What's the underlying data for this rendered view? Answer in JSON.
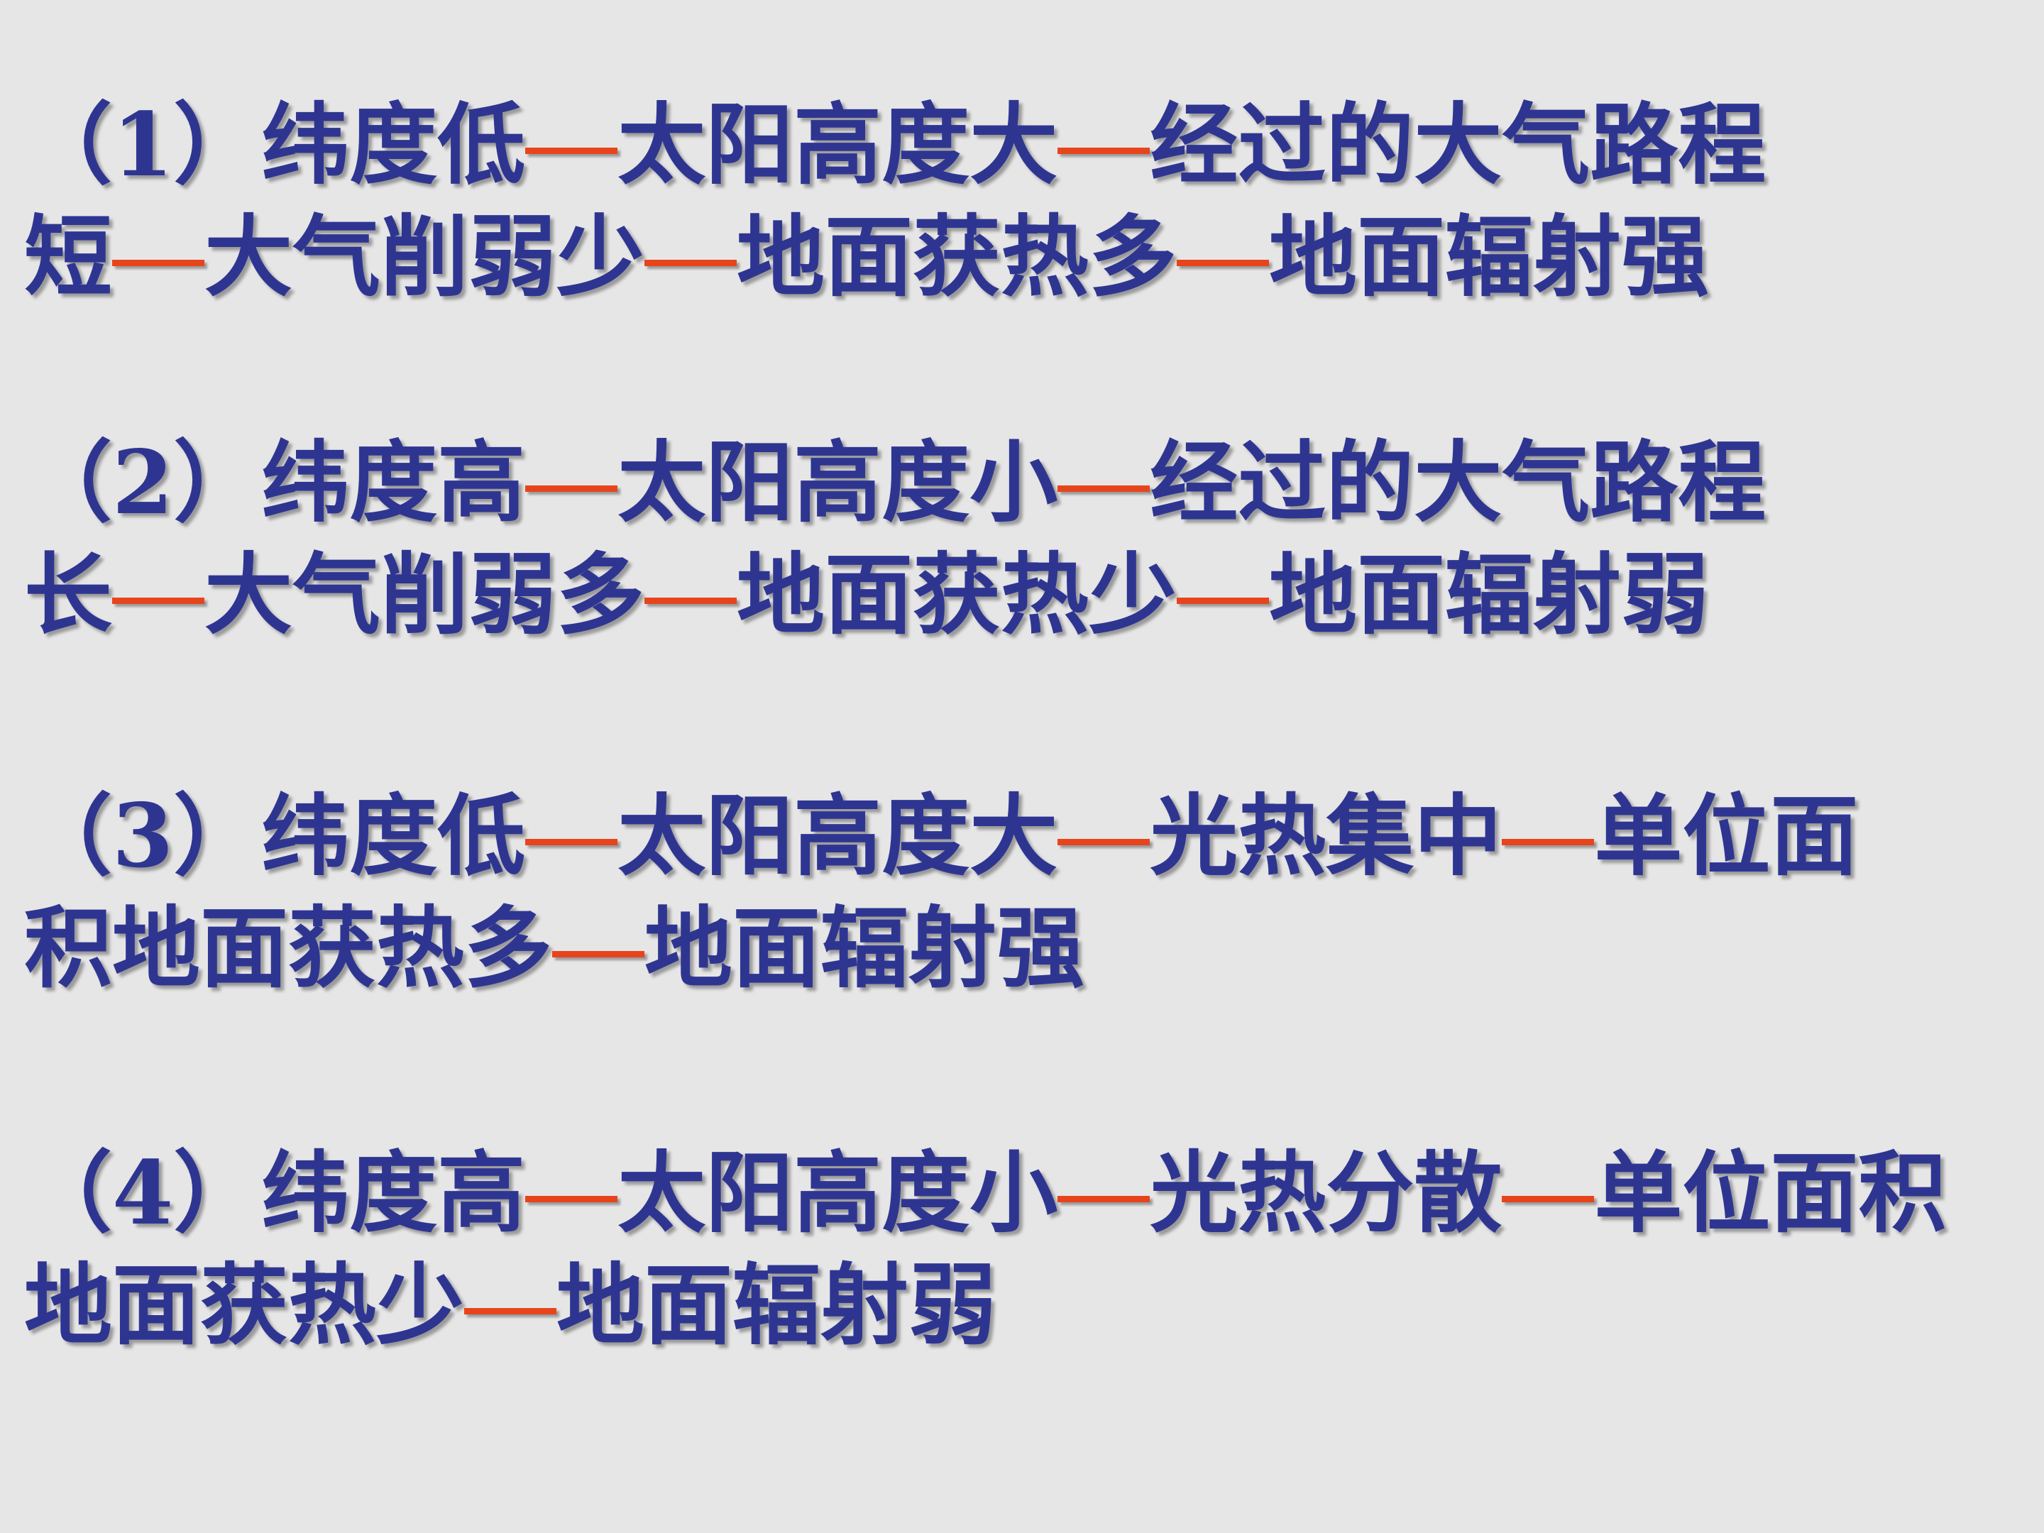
{
  "colors": {
    "background": "#e6e6e6",
    "text": "#2e3591",
    "connector": "#e8441c"
  },
  "paragraphs": [
    {
      "lines": [
        [
          "（1）纬度低",
          "太阳高度大",
          "经过的大气路程"
        ],
        [
          "短",
          "大气削弱少",
          "地面获热多",
          "地面辐射强"
        ]
      ]
    },
    {
      "lines": [
        [
          "（2）纬度高",
          "太阳高度小",
          "经过的大气路程"
        ],
        [
          "长",
          "大气削弱多",
          "地面获热少",
          "地面辐射弱"
        ]
      ]
    },
    {
      "lines": [
        [
          "（3）纬度低",
          "太阳高度大",
          "光热集中",
          "单位面"
        ],
        [
          "积地面获热多",
          "地面辐射强"
        ]
      ]
    },
    {
      "lines": [
        [
          "（4）纬度高",
          "太阳高度小",
          "光热分散",
          "单位面积"
        ],
        [
          "地面获热少",
          "地面辐射弱"
        ]
      ]
    }
  ]
}
